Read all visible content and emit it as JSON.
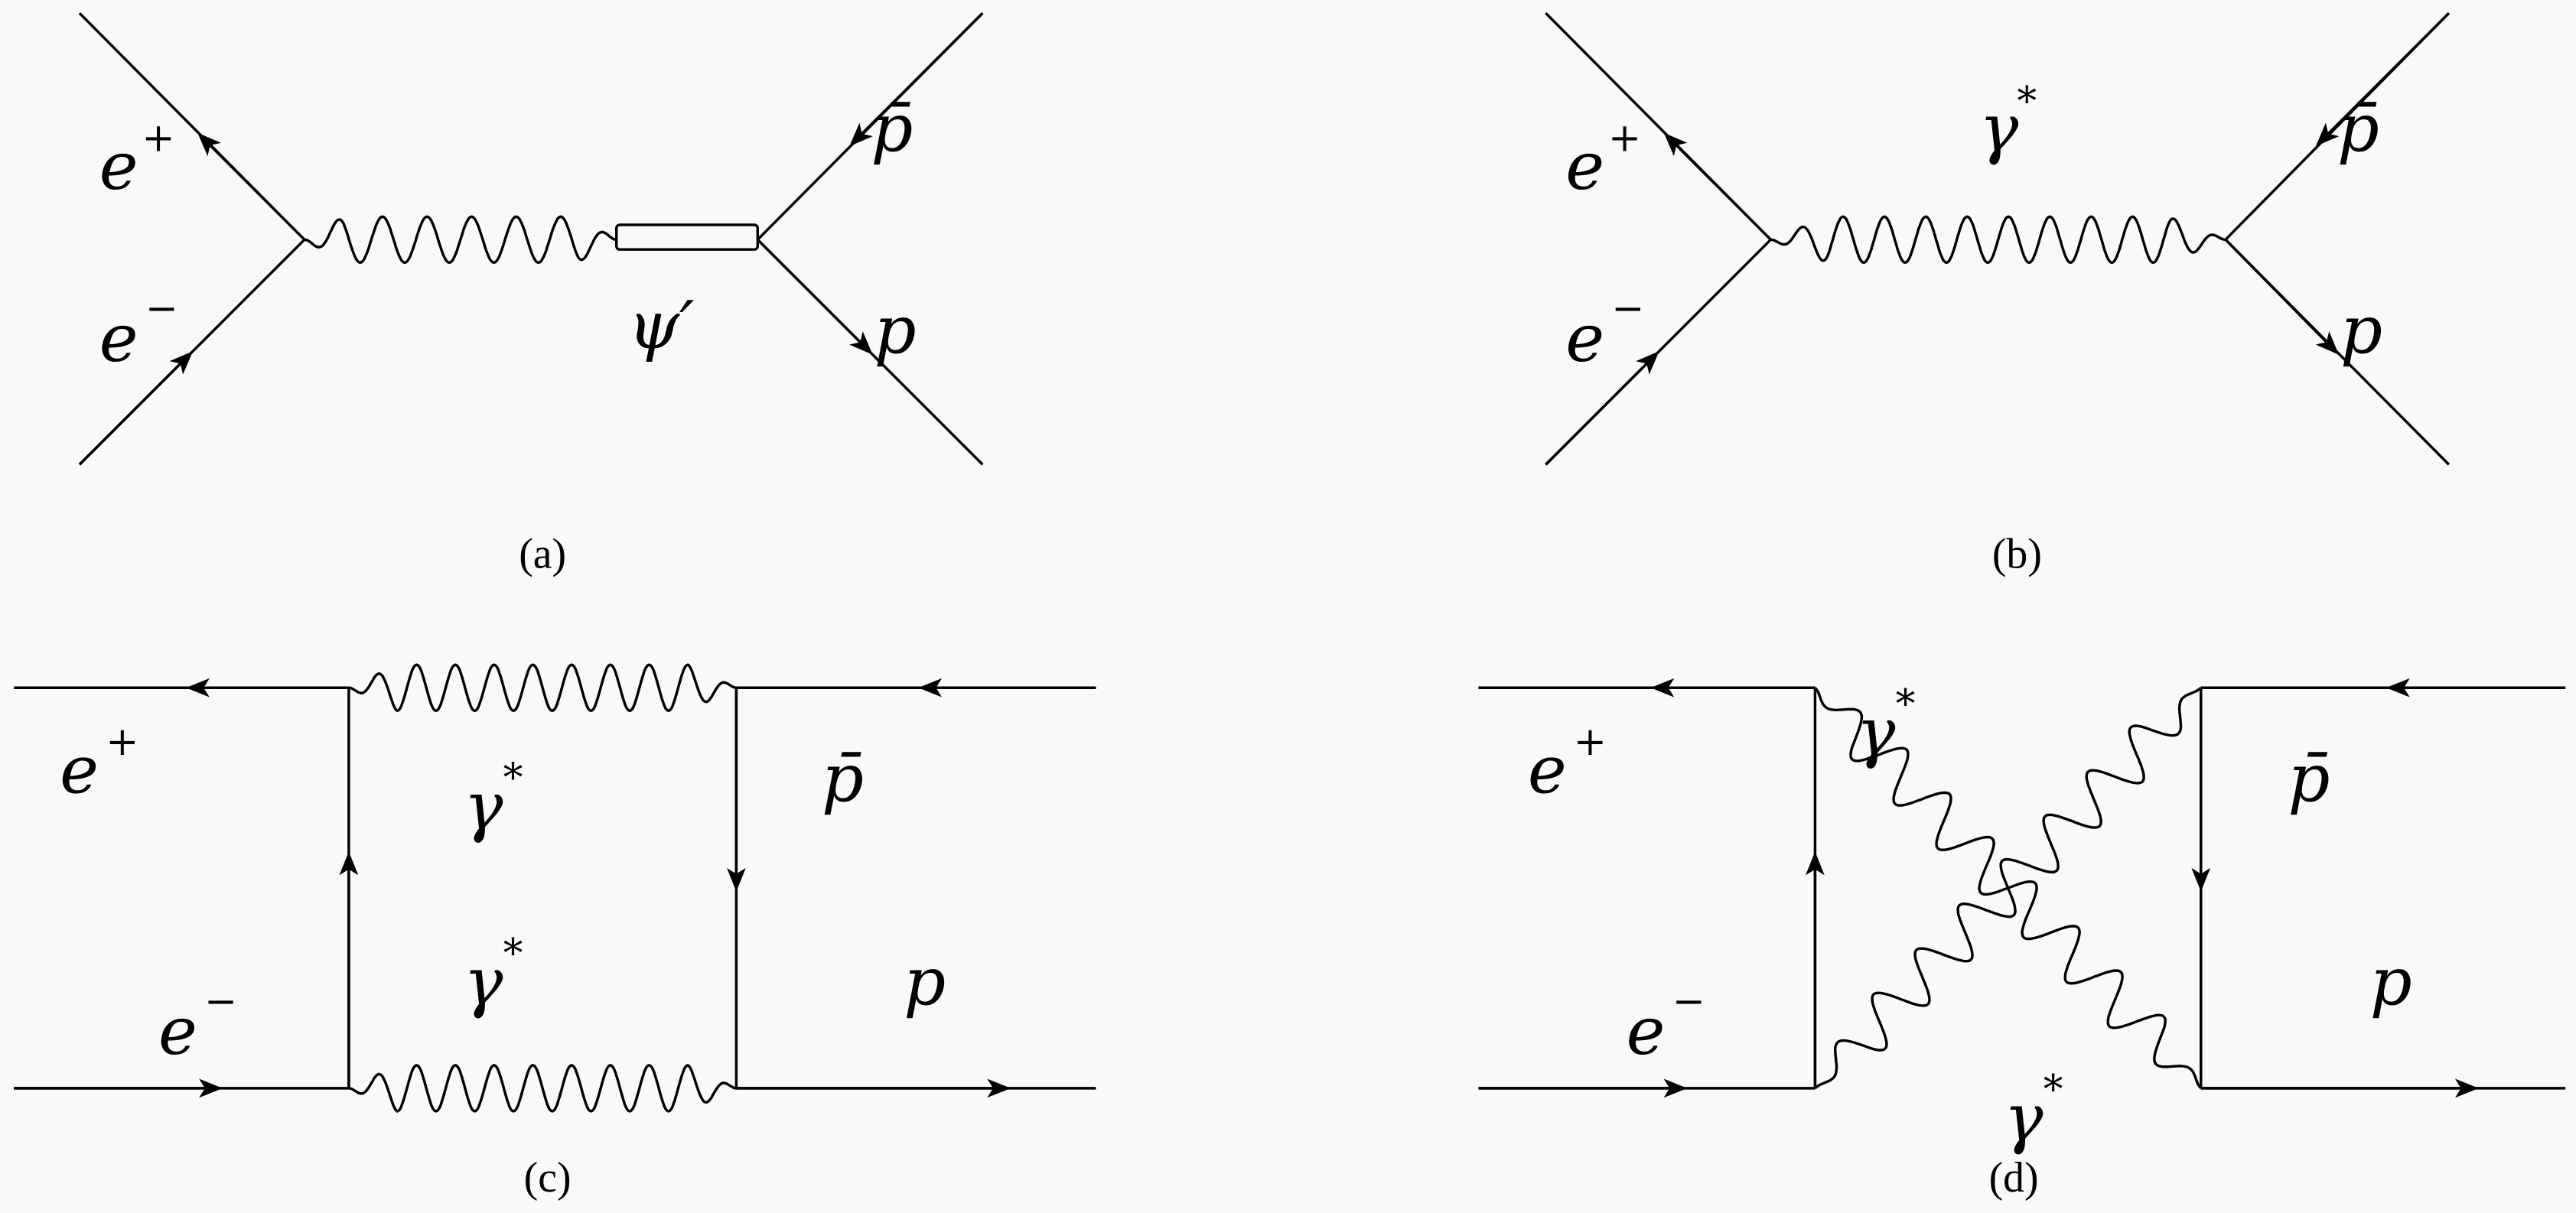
{
  "diagrams": [
    {
      "caption": "(a)",
      "labels": {
        "e_plus": "e",
        "e_plus_sup": "+",
        "e_minus": "e",
        "e_minus_sup": "−",
        "pbar": "p̄",
        "p": "p",
        "resonance": "ψ′"
      }
    },
    {
      "caption": "(b)",
      "labels": {
        "e_plus": "e",
        "e_plus_sup": "+",
        "e_minus": "e",
        "e_minus_sup": "−",
        "pbar": "p̄",
        "p": "p",
        "photon": "γ",
        "photon_sup": "*"
      }
    },
    {
      "caption": "(c)",
      "labels": {
        "e_plus": "e",
        "e_plus_sup": "+",
        "e_minus": "e",
        "e_minus_sup": "−",
        "pbar": "p̄",
        "p": "p",
        "photon1": "γ",
        "photon1_sup": "*",
        "photon2": "γ",
        "photon2_sup": "*"
      }
    },
    {
      "caption": "(d)",
      "labels": {
        "e_plus": "e",
        "e_plus_sup": "+",
        "e_minus": "e",
        "e_minus_sup": "−",
        "pbar": "p̄",
        "p": "p",
        "photon1": "γ",
        "photon1_sup": "*",
        "photon2": "γ",
        "photon2_sup": "*"
      }
    }
  ]
}
